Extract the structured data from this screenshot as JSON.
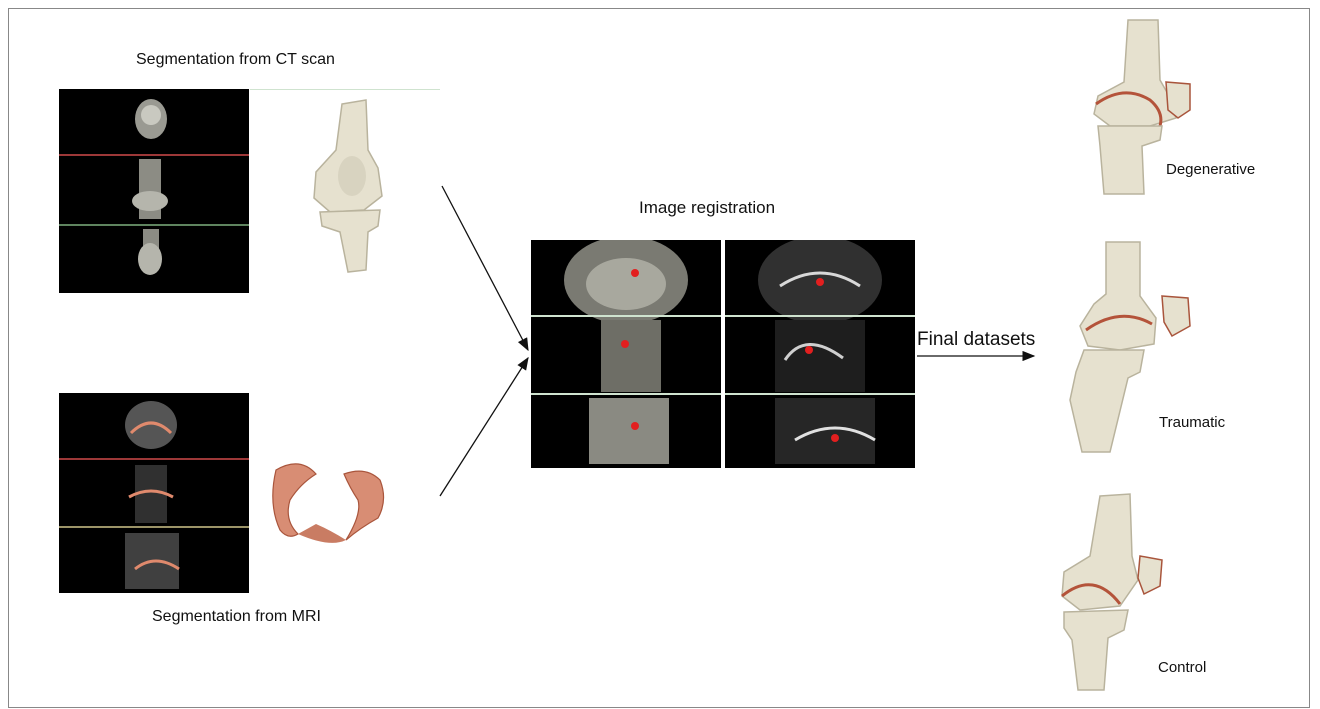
{
  "labels": {
    "ct_title": "Segmentation from CT scan",
    "mri_title": "Segmentation from MRI",
    "registration_title": "Image registration",
    "final_label": "Final datasets",
    "outcome_1": "Degenerative",
    "outcome_2": "Traumatic",
    "outcome_3": "Control"
  },
  "colors": {
    "bone": "#e6e1cf",
    "bone_shadow": "#b9b39d",
    "meniscus": "#d88d74",
    "meniscus_rim": "#a9553c",
    "ct_sep": "#d14b4b",
    "mri_sep": "#cfc58a",
    "marker": "#e21f1f"
  }
}
